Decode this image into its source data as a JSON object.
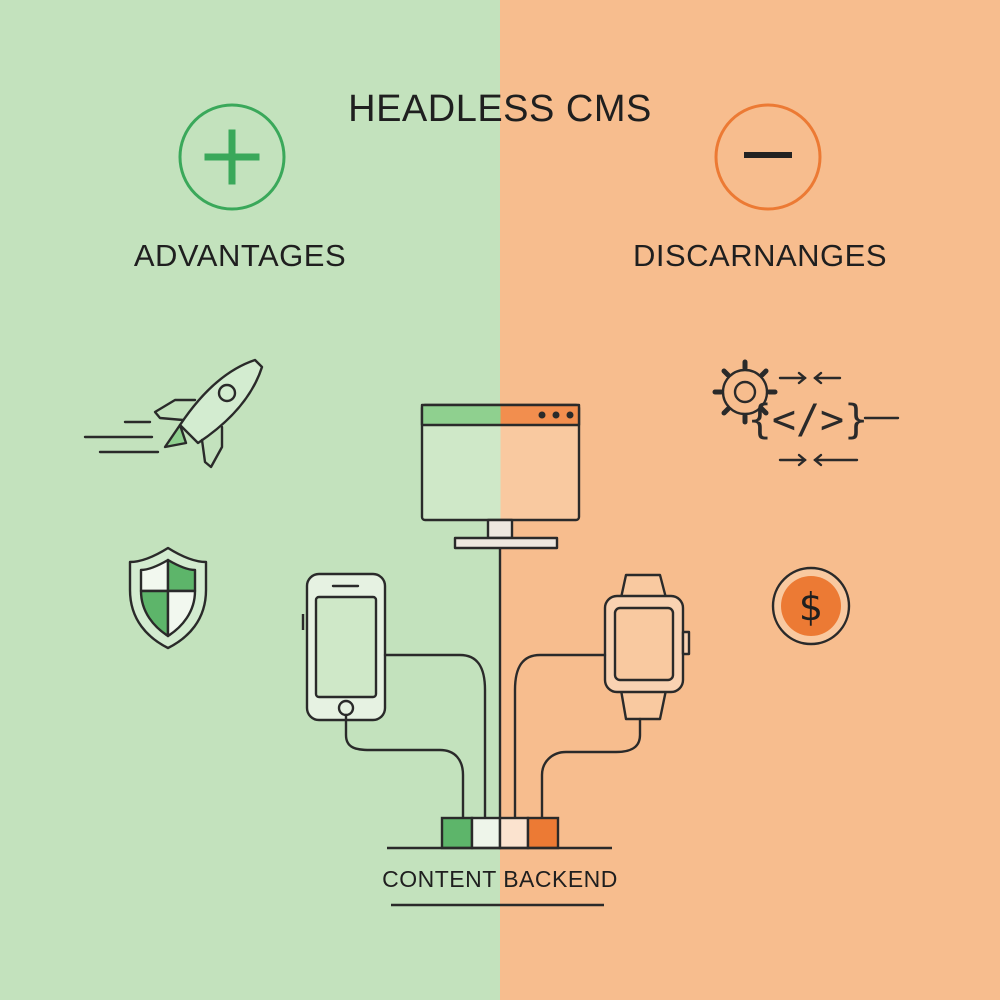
{
  "title": "HEADLESS CMS",
  "advantages": {
    "label": "ADVANTAGES",
    "symbol": "+",
    "icons": [
      "rocket-icon",
      "shield-icon"
    ]
  },
  "disadvantages": {
    "label": "DISCARNANGES",
    "symbol": "−",
    "icons": [
      "gear-code-icon",
      "dollar-icon"
    ]
  },
  "dollar_symbol": "$",
  "code_symbol": "{</>}",
  "devices": [
    "monitor-icon",
    "smartphone-icon",
    "smartwatch-icon"
  ],
  "backend": {
    "label": "CONTENT BACKEND"
  },
  "colors": {
    "left_bg": "#c3e2bd",
    "right_bg": "#f7bd8e",
    "green": "#3aa85a",
    "orange": "#ec7a34",
    "line": "#2a2a2a"
  }
}
